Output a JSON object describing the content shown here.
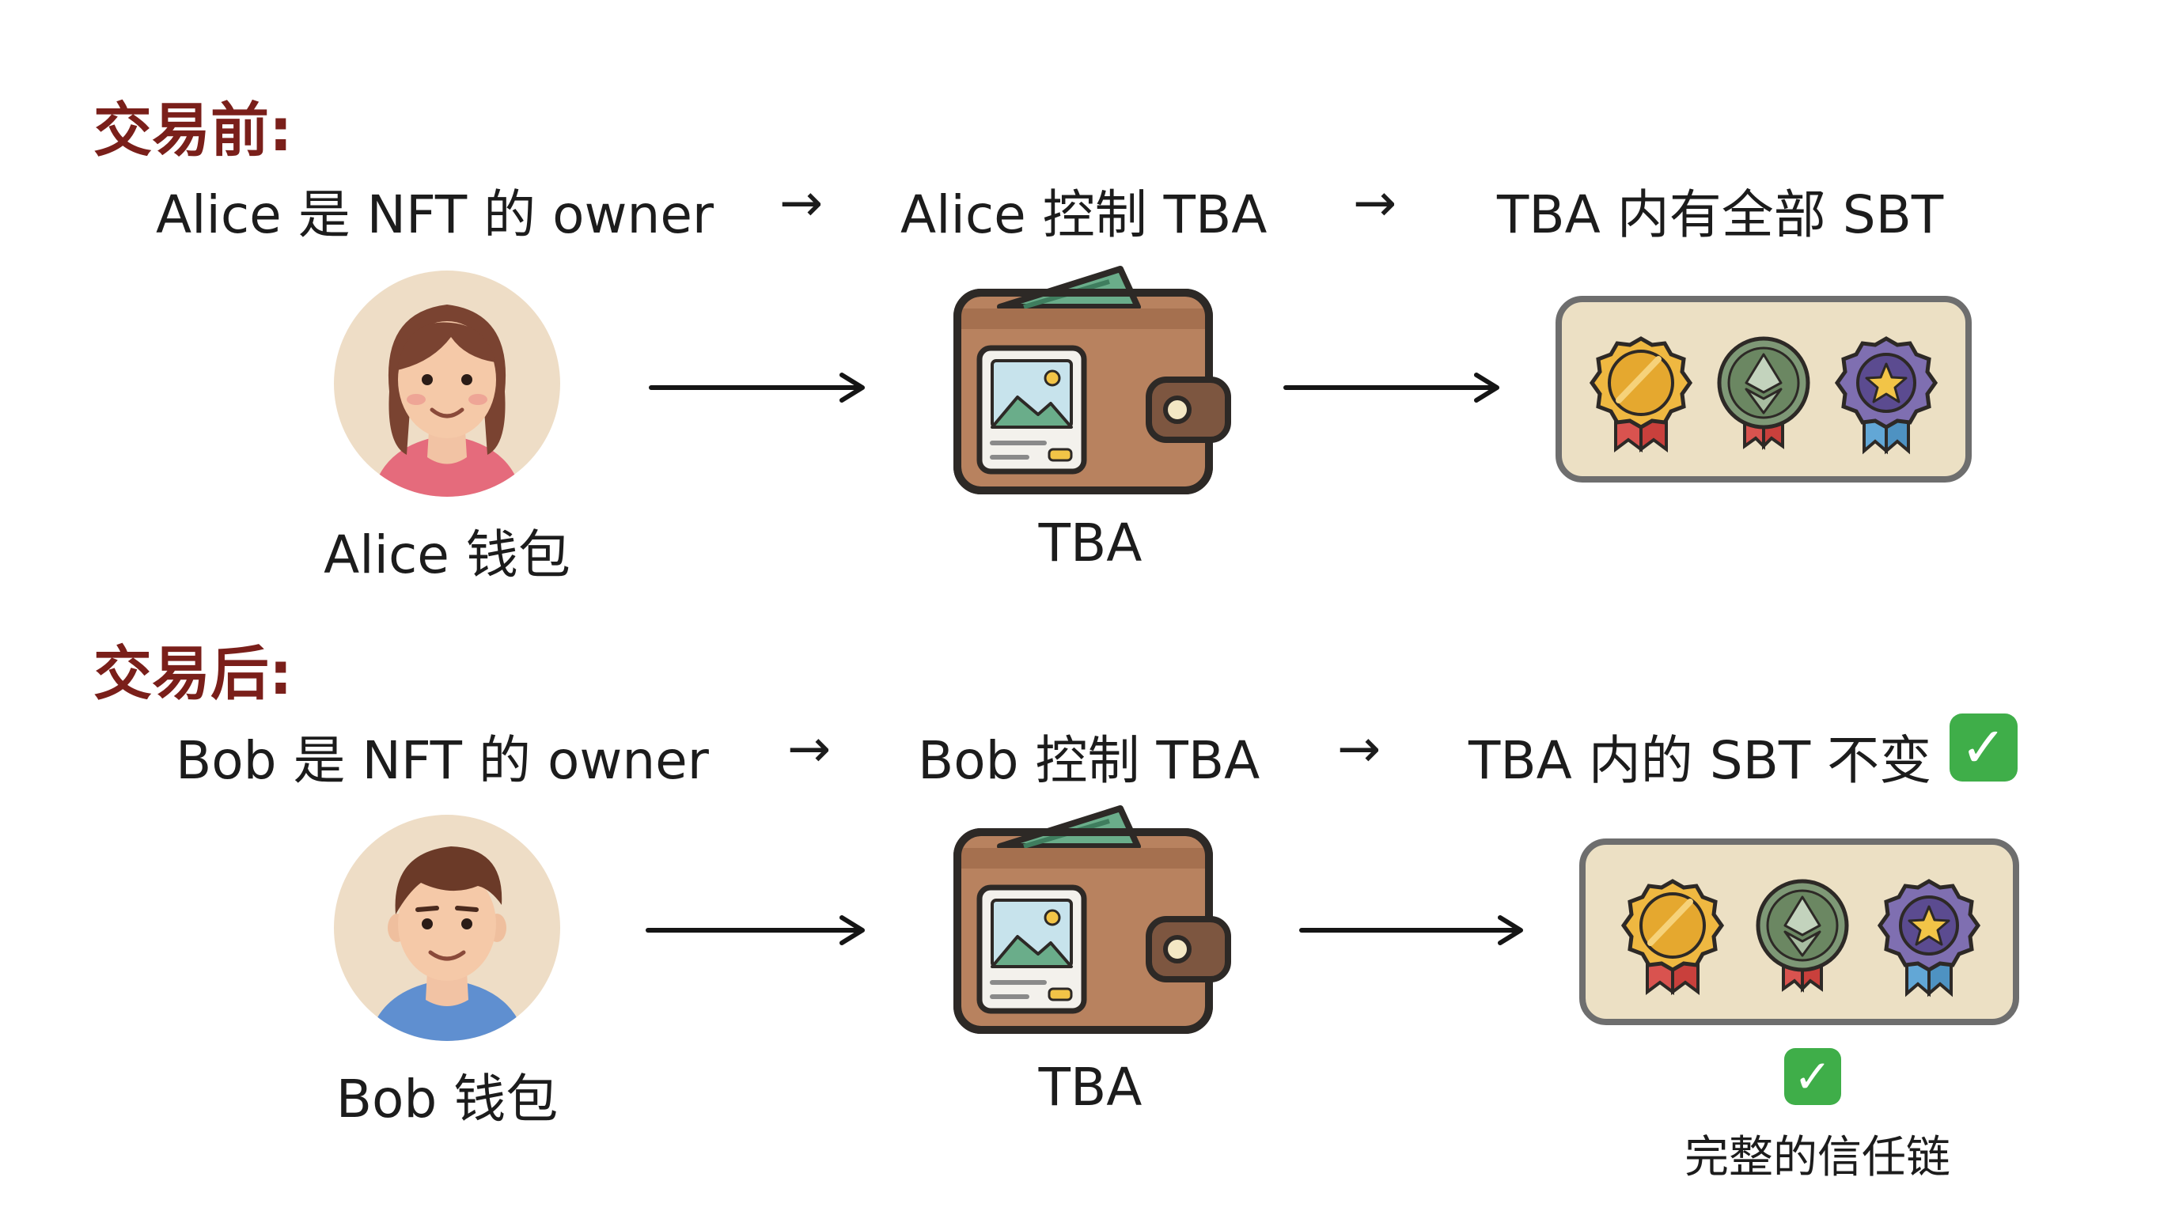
{
  "before": {
    "title": "交易前:",
    "flow": [
      "Alice 是 NFT 的 owner",
      "Alice 控制 TBA",
      "TBA 内有全部 SBT"
    ],
    "arrow": "→",
    "person_label": "Alice 钱包",
    "wallet_label": "TBA"
  },
  "after": {
    "title": "交易后:",
    "flow": [
      "Bob 是 NFT 的 owner",
      "Bob 控制 TBA",
      "TBA 内的 SBT 不变"
    ],
    "arrow": "→",
    "flow_check": "✓",
    "person_label": "Bob 钱包",
    "wallet_label": "TBA",
    "result_check": "✓",
    "result_label": "完整的信任链"
  },
  "colors": {
    "title": "#7a1f1a",
    "check": "#3fae49",
    "wallet": "#b57e5b",
    "badge_panel": "#ece0c4"
  },
  "icons": {
    "person_before": "woman-avatar-icon",
    "person_after": "man-avatar-icon",
    "wallet": "wallet-icon",
    "badges": [
      "gold-medal-icon",
      "ethereum-medal-icon",
      "star-medal-icon"
    ]
  }
}
